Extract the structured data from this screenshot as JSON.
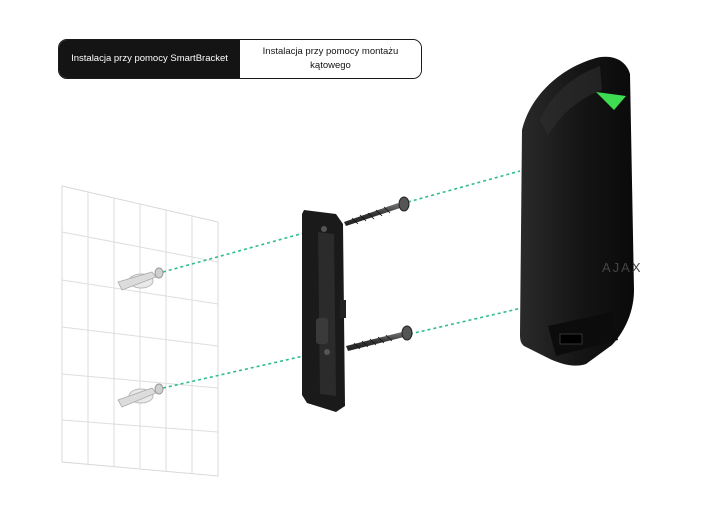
{
  "tabs": [
    {
      "label": "Instalacja przy pomocy SmartBracket",
      "active": true
    },
    {
      "label": "Instalacja przy pomocy montażu kątowego",
      "active": false
    }
  ],
  "device": {
    "logo": "AJAX"
  },
  "colors": {
    "tab_active_bg": "#141414",
    "guide_line": "#2dbd8f",
    "device_body": "#141414",
    "indicator": "#3ddc52"
  },
  "icons": [
    "wall-tiles",
    "wall-plug-icon",
    "screw-icon",
    "smartbracket",
    "motion-detector"
  ]
}
